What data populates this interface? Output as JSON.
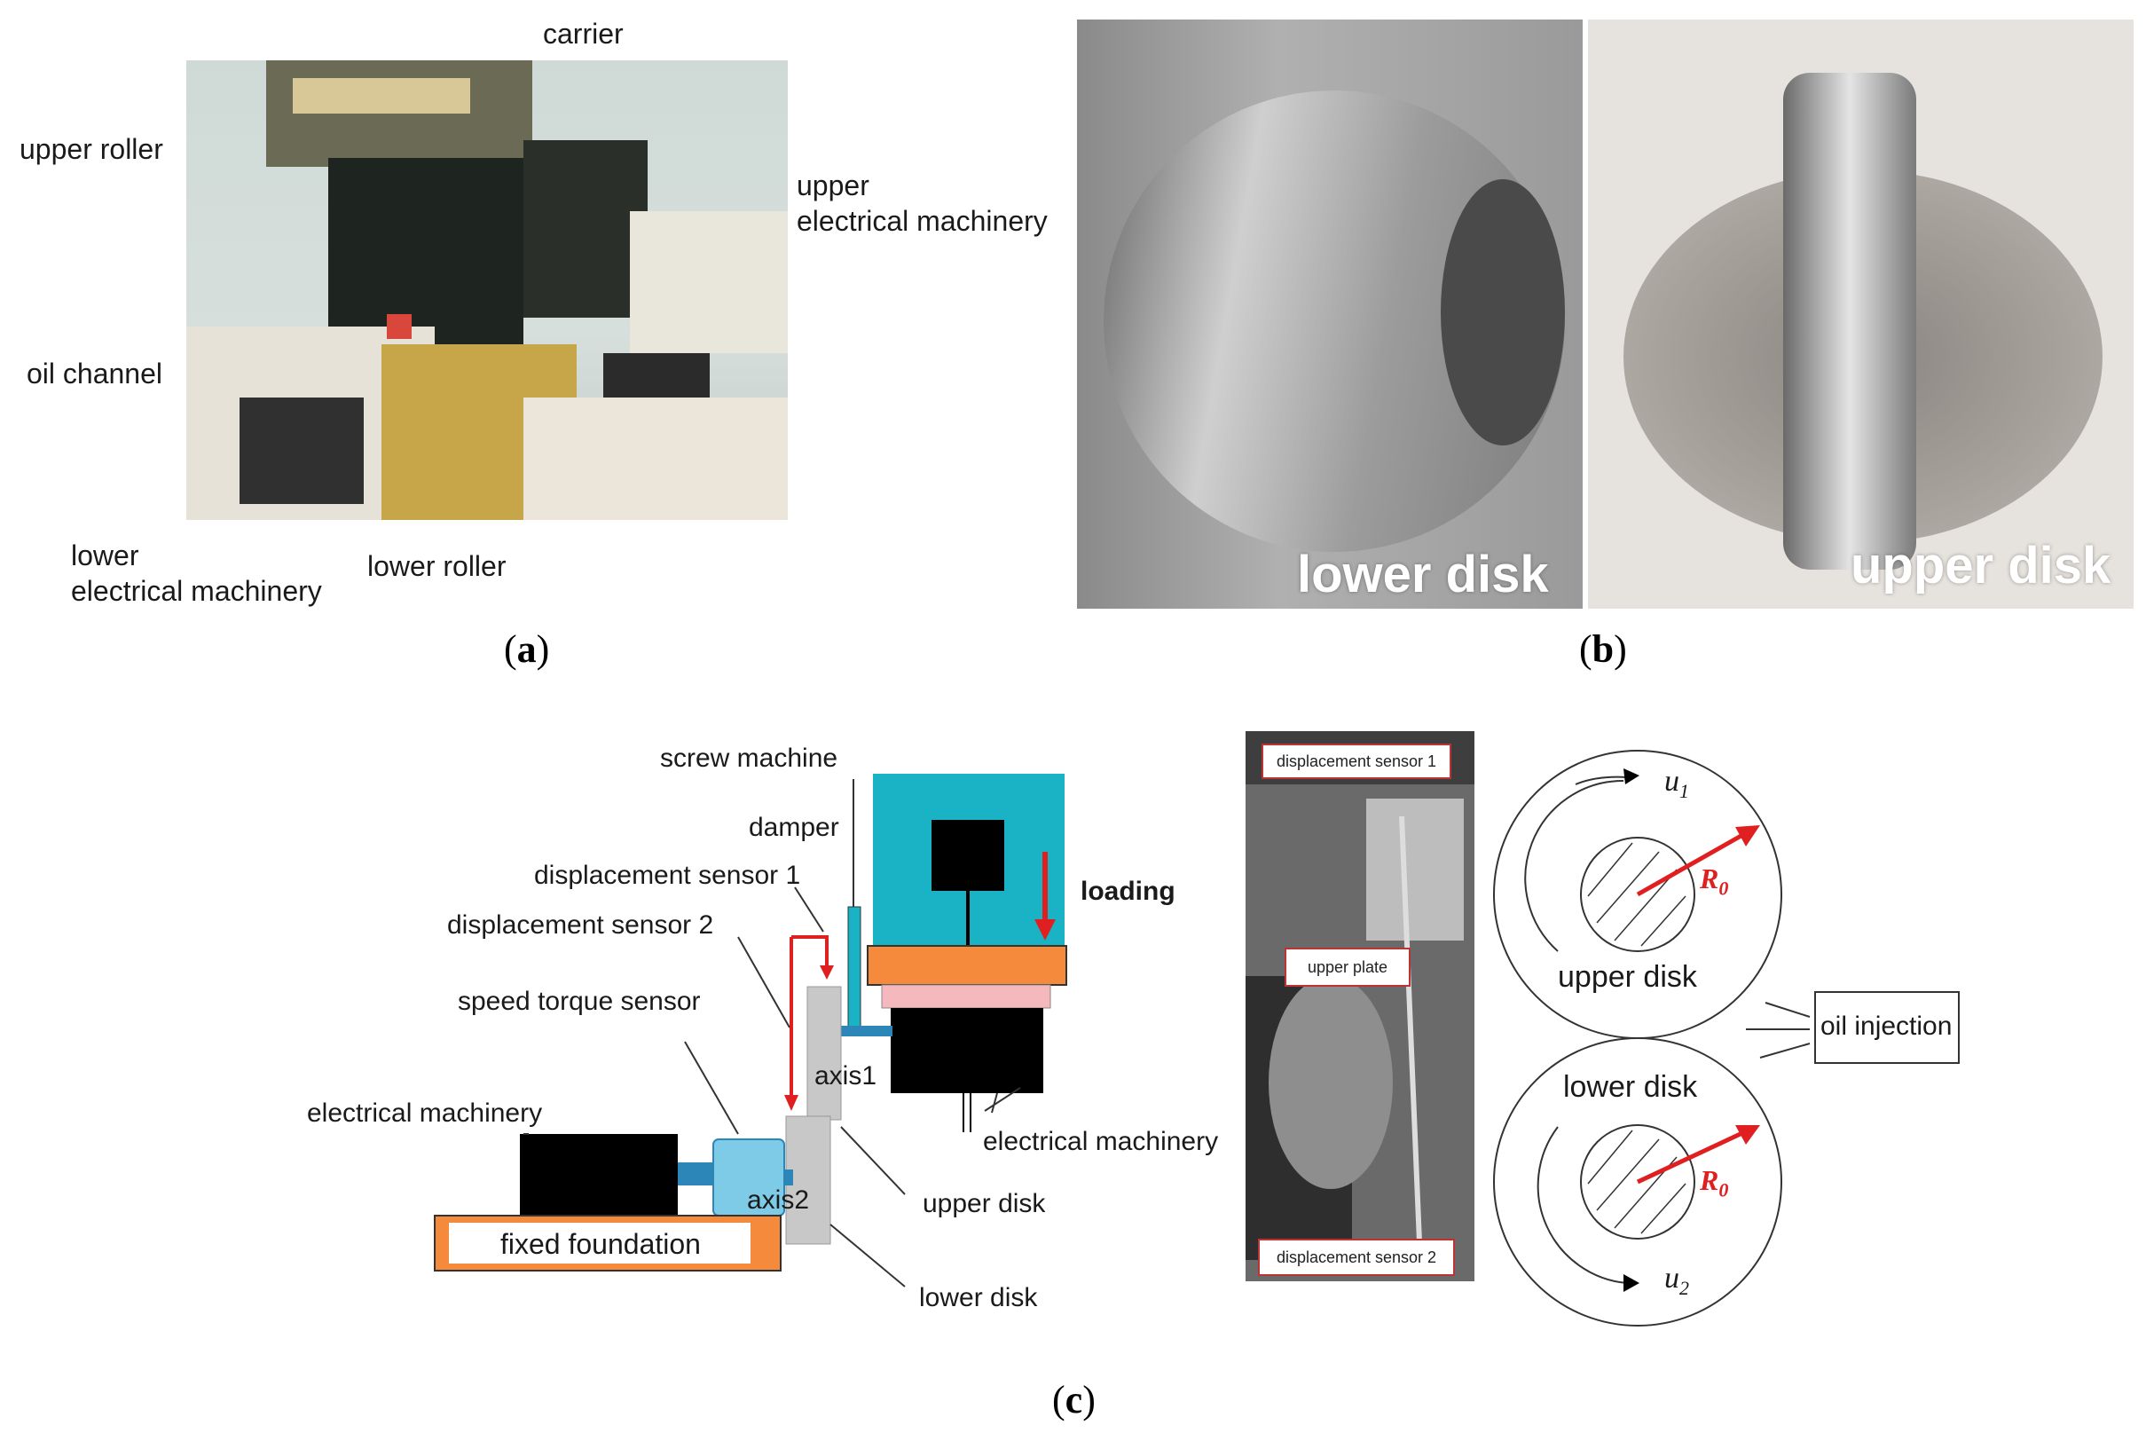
{
  "panel_a": {
    "caption_letter": "a",
    "labels": {
      "carrier": "carrier",
      "upper_roller": "upper roller",
      "upper_em_1": "upper",
      "upper_em_2": "electrical machinery",
      "oil_channel": "oil channel",
      "lower_em_1": "lower",
      "lower_em_2": "electrical machinery",
      "lower_roller": "lower roller"
    }
  },
  "panel_b": {
    "caption_letter": "b",
    "lower_disk": "lower disk",
    "upper_disk": "upper disk"
  },
  "panel_c": {
    "caption_letter": "c",
    "labels": {
      "screw_machine": "screw machine",
      "damper": "damper",
      "loading": "loading",
      "disp1": "displacement sensor 1",
      "disp2": "displacement sensor 2",
      "speed_torque": "speed torque sensor",
      "electrical_machinery_left": "electrical machinery",
      "axis1": "axis1",
      "axis2": "axis2",
      "electrical_machinery_right": "electrical machinery",
      "upper_disk": "upper disk",
      "lower_disk": "lower disk",
      "fixed_foundation": "fixed foundation"
    },
    "photo_boxes": {
      "disp1": "displacement sensor 1",
      "upper_plate": "upper plate",
      "disp2": "displacement sensor 2"
    },
    "disks": {
      "upper": "upper disk",
      "lower": "lower disk",
      "oil_injection": "oil injection",
      "u1": "u",
      "u1_sub": "1",
      "u2": "u",
      "u2_sub": "2",
      "r0": "R",
      "r0_sub": "0"
    }
  },
  "colors": {
    "cyan": "#1ab3c6",
    "orange": "#f58a3c",
    "pink": "#f4b8bd",
    "red": "#e02020",
    "grey": "#c8c8c8",
    "blue": "#2c86b8"
  }
}
